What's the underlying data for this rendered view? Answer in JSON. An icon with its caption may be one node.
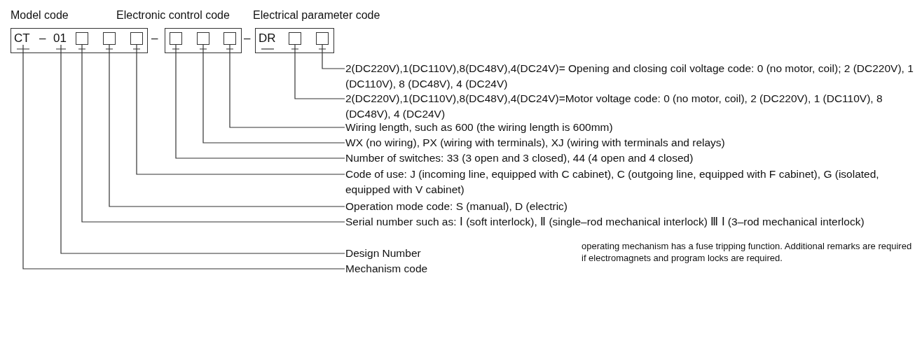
{
  "diagram": {
    "nodes": [
      {
        "text": [
          "Model code"
        ]
      },
      {
        "text": [
          "CT"
        ],
        "in": 0
      },
      {
        "text": [
          "01"
        ],
        "in": 0
      },
      {
        "text": [],
        "shape": "box",
        "in": 0
      },
      {
        "text": [],
        "shape": "box",
        "in": 0
      },
      {
        "text": [],
        "shape": "box",
        "in": 0
      },
      {
        "text": [
          "Electronic control code"
        ]
      },
      {
        "text": [],
        "shape": "box",
        "in": 6
      },
      {
        "text": [],
        "shape": "box",
        "in": 6
      },
      {
        "text": [],
        "shape": "box",
        "in": 6
      },
      {
        "text": [
          "Electrical parameter code"
        ]
      },
      {
        "text": [
          "DR"
        ],
        "in": 10
      },
      {
        "text": [],
        "shape": "box",
        "in": 10
      },
      {
        "text": [],
        "shape": "box",
        "in": 10
      },
      {
        "text": [
          "2(DC220V),1(DC110V),8(DC48V),4(DC24V)= Opening and closing coil voltage code: 0 (no motor, coil); 2 (DC220V), 1 (DC110V), 8 (DC48V), 4 (DC24V)"
        ]
      },
      {
        "text": [
          "2(DC220V),1(DC110V),8(DC48V),4(DC24V)=Motor voltage code: 0 (no motor, coil), 2 (DC220V), 1 (DC110V), 8 (DC48V), 4 (DC24V)"
        ]
      },
      {
        "text": [
          "Wiring length, such as 600 (the wiring length is 600mm)"
        ]
      },
      {
        "text": [
          "WX (no wiring), PX (wiring with terminals), XJ (wiring with terminals and relays)"
        ]
      },
      {
        "text": [
          "Number of switches: 33 (3 open and 3 closed), 44 (4 open and 4 closed)"
        ]
      },
      {
        "text": [
          "Code of use: J (incoming line, equipped with C cabinet), C (outgoing line, equipped with F cabinet), G (isolated, equipped with V cabinet)"
        ]
      },
      {
        "text": [
          "Operation mode code: S (manual), D (electric)"
        ]
      },
      {
        "text": [
          "Serial number such as: Ⅰ (soft interlock), Ⅱ (single–rod mechanical interlock) Ⅲ Ⅰ (3–rod mechanical interlock)"
        ]
      },
      {
        "text": [
          "Design Number"
        ]
      },
      {
        "text": [
          "Mechanism code"
        ]
      }
    ],
    "edges": [
      {
        "from": 13,
        "to": 14,
        "arrow": "none"
      },
      {
        "from": 12,
        "to": 15,
        "arrow": "none"
      },
      {
        "from": 9,
        "to": 16,
        "arrow": "none"
      },
      {
        "from": 8,
        "to": 17,
        "arrow": "none"
      },
      {
        "from": 7,
        "to": 18,
        "arrow": "none"
      },
      {
        "from": 5,
        "to": 19,
        "arrow": "none"
      },
      {
        "from": 4,
        "to": 20,
        "arrow": "none"
      },
      {
        "from": 3,
        "to": 21,
        "arrow": "none"
      },
      {
        "from": 2,
        "to": 22,
        "arrow": "none"
      },
      {
        "from": 1,
        "to": 23,
        "arrow": "none"
      }
    ],
    "labels": [
      "–",
      "–",
      "–",
      "operating mechanism has a fuse tripping function. Additional remarks are required if electromagnets and program locks are required."
    ]
  }
}
